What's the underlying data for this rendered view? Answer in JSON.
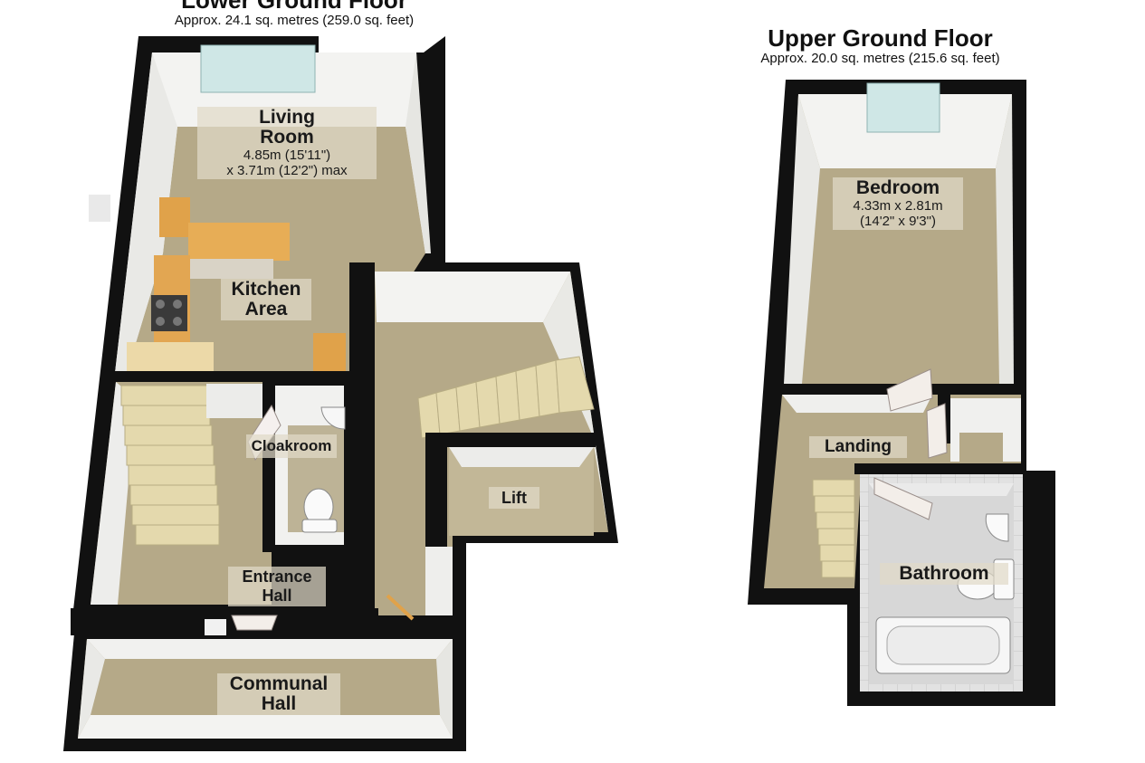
{
  "floors": [
    {
      "title": "Lower Ground Floor",
      "area": "Approx. 24.1 sq. metres (259.0 sq. feet)",
      "rooms": [
        {
          "name": "Living\nRoom",
          "dims": "4.85m (15'11\")\nx 3.71m (12'2\") max"
        },
        {
          "name": "Kitchen\nArea",
          "dims": ""
        },
        {
          "name": "Cloakroom",
          "dims": ""
        },
        {
          "name": "Lift",
          "dims": ""
        },
        {
          "name": "Entrance\nHall",
          "dims": ""
        },
        {
          "name": "Communal\nHall",
          "dims": ""
        }
      ]
    },
    {
      "title": "Upper Ground Floor",
      "area": "Approx. 20.0 sq. metres (215.6 sq. feet)",
      "rooms": [
        {
          "name": "Bedroom",
          "dims": "4.33m x 2.81m\n(14'2\" x 9'3\")"
        },
        {
          "name": "Landing",
          "dims": ""
        },
        {
          "name": "Bathroom",
          "dims": ""
        }
      ]
    }
  ],
  "colors": {
    "wall": "#111111",
    "floor": "#b7ab8a",
    "wall_face": "#f4f4f2",
    "stairs": "#e4d9ad",
    "worktop": "#e0a24a",
    "tile": "#dcdcdc",
    "window": "#cfe7e6"
  }
}
